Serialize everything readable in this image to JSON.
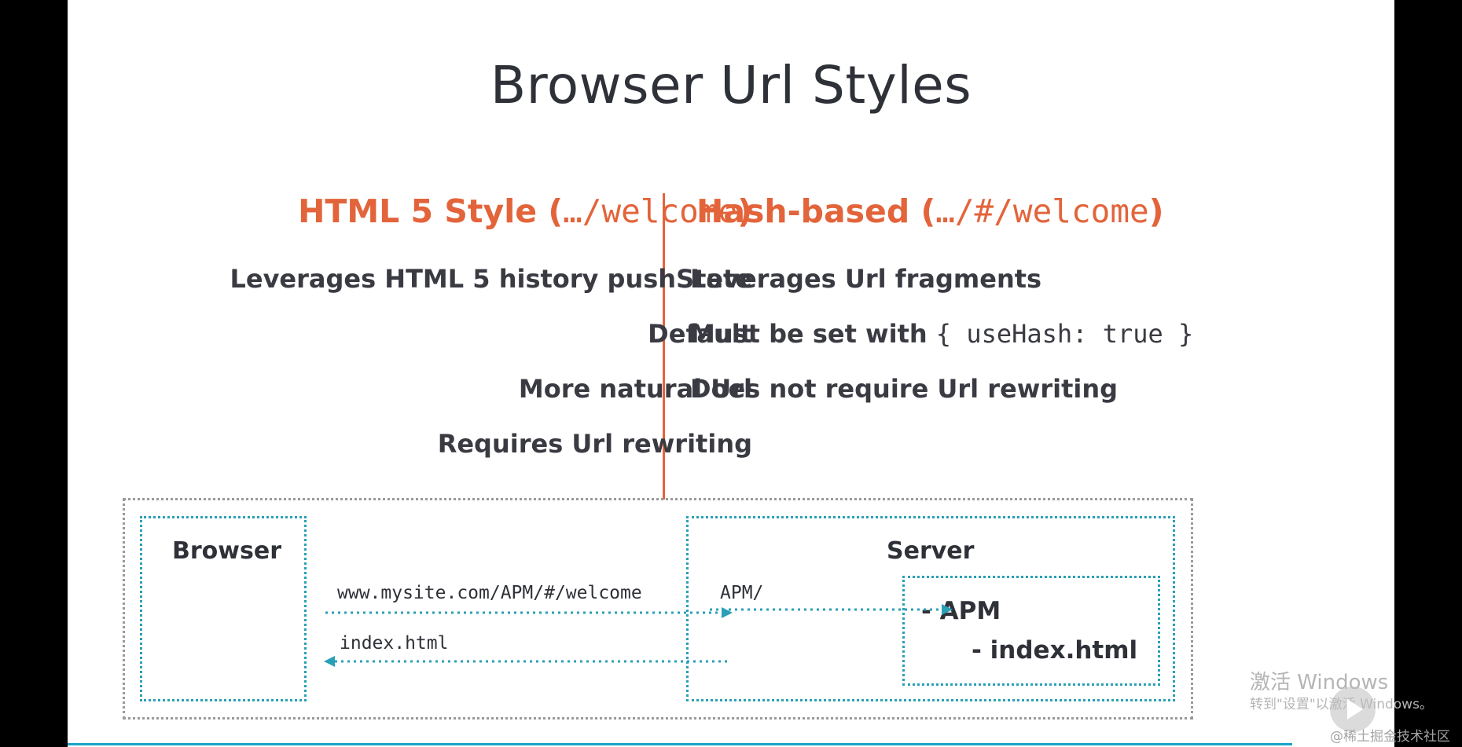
{
  "slide": {
    "title": "Browser Url Styles",
    "left": {
      "heading_text": "HTML 5 Style (",
      "heading_mono": "…/welcome",
      "heading_close": ")",
      "items": [
        "Leverages HTML 5 history pushState",
        "Default",
        "More natural Url",
        "Requires Url rewriting"
      ]
    },
    "right": {
      "heading_text": "Hash-based (",
      "heading_mono": "…/#/welcome",
      "heading_close": ")",
      "items": [
        "Leverages Url fragments",
        "Must be set with",
        "Does not require Url rewriting"
      ],
      "config_code": "{ useHash: true }"
    }
  },
  "diagram": {
    "browser_label": "Browser",
    "server_label": "Server",
    "request_url": "www.mysite.com/APM/#/welcome",
    "response_file": "index.html",
    "server_path": "APM/",
    "tree_folder_prefix": "-  APM",
    "tree_file_prefix": "-  index.html"
  },
  "overlay": {
    "activate_title": "激活 Windows",
    "activate_sub": "转到\"设置\"以激活 Windows。",
    "site_credit": "@稀土掘金技术社区"
  },
  "colors": {
    "accent": "#e3643a",
    "diagram_line": "#2aa0b6",
    "text": "#2f3138",
    "progress": "#1aa3c7"
  }
}
